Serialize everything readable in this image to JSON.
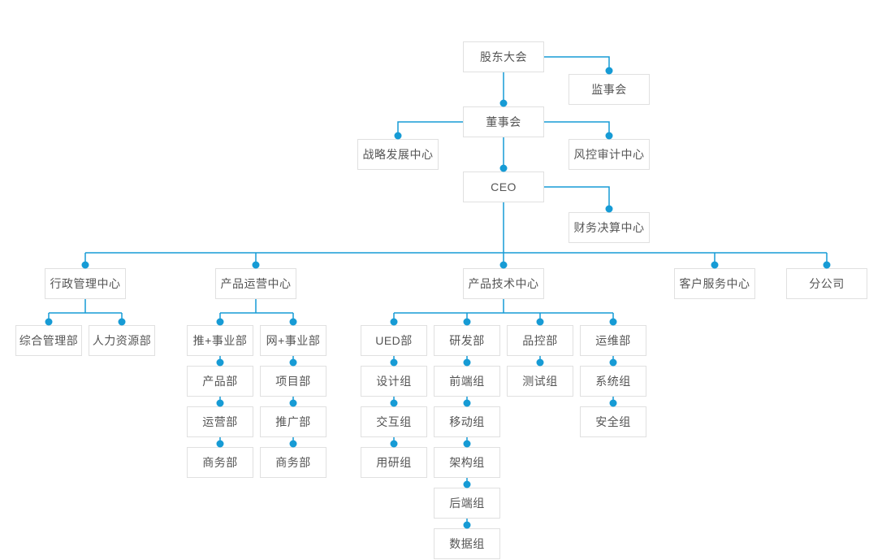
{
  "colors": {
    "accent": "#169bd5",
    "box_border": "#e0e0e0",
    "box_background": "#ffffff",
    "text": "#555555",
    "page_background": "#ffffff"
  },
  "nodes": {
    "shareholders_meeting": "股东大会",
    "supervisory_board": "监事会",
    "board_of_directors": "董事会",
    "strategic_dev_center": "战略发展中心",
    "risk_audit_center": "风控审计中心",
    "ceo": "CEO",
    "finance_settlement_center": "财务决算中心",
    "admin_mgmt_center": "行政管理中心",
    "product_ops_center": "产品运营中心",
    "product_tech_center": "产品技术中心",
    "customer_service_center": "客户服务中心",
    "branch_company": "分公司",
    "general_mgmt_dept": "综合管理部",
    "hr_dept": "人力资源部",
    "tui_business_dept": "推+事业部",
    "wang_business_dept": "网+事业部",
    "product_dept": "产品部",
    "project_dept": "项目部",
    "operations_dept": "运营部",
    "promotion_dept": "推广部",
    "business_dept_left": "商务部",
    "business_dept_right": "商务部",
    "ued_dept": "UED部",
    "rnd_dept": "研发部",
    "quality_control_dept": "品控部",
    "ops_maintenance_dept": "运维部",
    "design_group": "设计组",
    "interaction_group": "交互组",
    "user_research_group": "用研组",
    "frontend_group": "前端组",
    "mobile_group": "移动组",
    "architecture_group": "架构组",
    "backend_group": "后端组",
    "data_group": "数据组",
    "testing_group": "测试组",
    "system_group": "系统组",
    "security_group": "安全组"
  },
  "hierarchy": {
    "shareholders_meeting": [
      "supervisory_board",
      "board_of_directors"
    ],
    "board_of_directors": [
      "strategic_dev_center",
      "risk_audit_center",
      "ceo"
    ],
    "ceo": [
      "finance_settlement_center",
      "admin_mgmt_center",
      "product_ops_center",
      "product_tech_center",
      "customer_service_center",
      "branch_company"
    ],
    "admin_mgmt_center": [
      "general_mgmt_dept",
      "hr_dept"
    ],
    "product_ops_center": [
      "tui_business_dept",
      "wang_business_dept"
    ],
    "tui_business_dept": [
      "product_dept"
    ],
    "product_dept": [
      "operations_dept"
    ],
    "operations_dept": [
      "business_dept_left"
    ],
    "wang_business_dept": [
      "project_dept"
    ],
    "project_dept": [
      "promotion_dept"
    ],
    "promotion_dept": [
      "business_dept_right"
    ],
    "product_tech_center": [
      "ued_dept",
      "rnd_dept",
      "quality_control_dept",
      "ops_maintenance_dept"
    ],
    "ued_dept": [
      "design_group"
    ],
    "design_group": [
      "interaction_group"
    ],
    "interaction_group": [
      "user_research_group"
    ],
    "rnd_dept": [
      "frontend_group"
    ],
    "frontend_group": [
      "mobile_group"
    ],
    "mobile_group": [
      "architecture_group"
    ],
    "architecture_group": [
      "backend_group"
    ],
    "backend_group": [
      "data_group"
    ],
    "quality_control_dept": [
      "testing_group"
    ],
    "ops_maintenance_dept": [
      "system_group"
    ],
    "system_group": [
      "security_group"
    ]
  }
}
